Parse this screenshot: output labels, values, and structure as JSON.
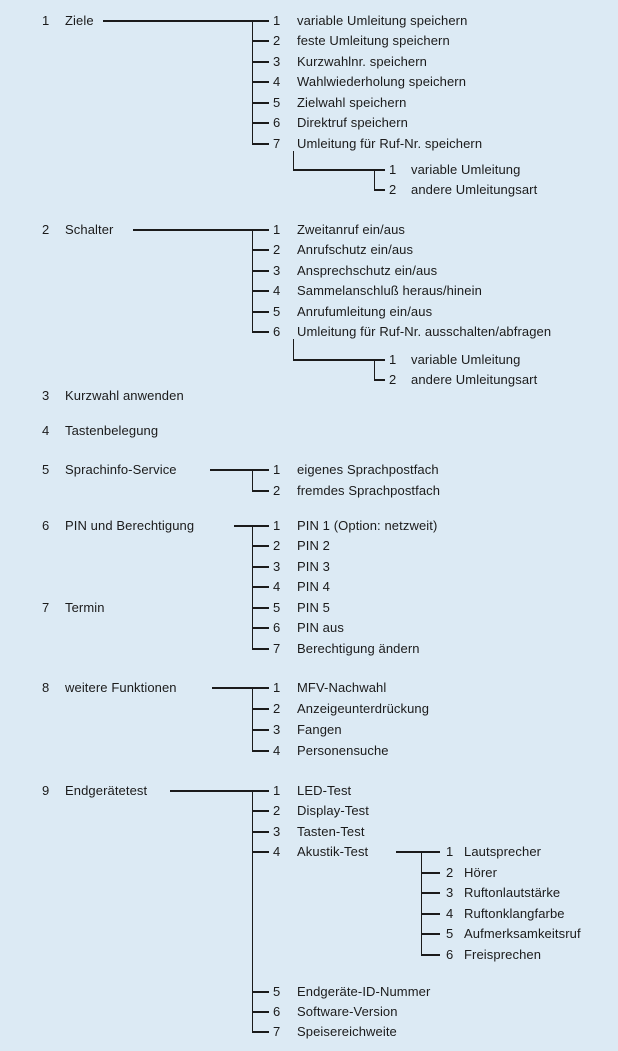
{
  "colors": {
    "background": "#dceaf4",
    "text": "#1b1b1b",
    "line": "#1b1b1b"
  },
  "menu": [
    {
      "num": "1",
      "label": "Ziele",
      "children": [
        {
          "num": "1",
          "label": "variable Umleitung speichern"
        },
        {
          "num": "2",
          "label": "feste Umleitung speichern"
        },
        {
          "num": "3",
          "label": "Kurzwahlnr. speichern"
        },
        {
          "num": "4",
          "label": "Wahlwiederholung speichern"
        },
        {
          "num": "5",
          "label": "Zielwahl speichern"
        },
        {
          "num": "6",
          "label": "Direktruf speichern"
        },
        {
          "num": "7",
          "label": "Umleitung für Ruf-Nr. speichern",
          "children": [
            {
              "num": "1",
              "label": "variable Umleitung"
            },
            {
              "num": "2",
              "label": "andere Umleitungsart"
            }
          ]
        }
      ]
    },
    {
      "num": "2",
      "label": "Schalter",
      "children": [
        {
          "num": "1",
          "label": "Zweitanruf ein/aus"
        },
        {
          "num": "2",
          "label": "Anrufschutz ein/aus"
        },
        {
          "num": "3",
          "label": "Ansprechschutz ein/aus"
        },
        {
          "num": "4",
          "label": "Sammelanschluß heraus/hinein"
        },
        {
          "num": "5",
          "label": "Anrufumleitung ein/aus"
        },
        {
          "num": "6",
          "label": "Umleitung für Ruf-Nr. ausschalten/abfragen",
          "children": [
            {
              "num": "1",
              "label": "variable Umleitung"
            },
            {
              "num": "2",
              "label": "andere Umleitungsart"
            }
          ]
        }
      ]
    },
    {
      "num": "3",
      "label": "Kurzwahl anwenden"
    },
    {
      "num": "4",
      "label": "Tastenbelegung"
    },
    {
      "num": "5",
      "label": "Sprachinfo-Service",
      "children": [
        {
          "num": "1",
          "label": "eigenes Sprachpostfach"
        },
        {
          "num": "2",
          "label": "fremdes Sprachpostfach"
        }
      ]
    },
    {
      "num": "6",
      "label": "PIN und Berechtigung",
      "children": [
        {
          "num": "1",
          "label": "PIN 1 (Option: netzweit)"
        },
        {
          "num": "2",
          "label": "PIN 2"
        },
        {
          "num": "3",
          "label": "PIN 3"
        },
        {
          "num": "4",
          "label": "PIN 4"
        },
        {
          "num": "5",
          "label": "PIN 5"
        },
        {
          "num": "6",
          "label": "PIN aus"
        },
        {
          "num": "7",
          "label": "Berechtigung ändern"
        }
      ]
    },
    {
      "num": "7",
      "label": "Termin"
    },
    {
      "num": "8",
      "label": "weitere Funktionen",
      "children": [
        {
          "num": "1",
          "label": "MFV-Nachwahl"
        },
        {
          "num": "2",
          "label": "Anzeigeunterdrückung"
        },
        {
          "num": "3",
          "label": "Fangen"
        },
        {
          "num": "4",
          "label": "Personensuche"
        }
      ]
    },
    {
      "num": "9",
      "label": "Endgerätetest",
      "children": [
        {
          "num": "1",
          "label": "LED-Test"
        },
        {
          "num": "2",
          "label": "Display-Test"
        },
        {
          "num": "3",
          "label": "Tasten-Test"
        },
        {
          "num": "4",
          "label": "Akustik-Test",
          "children": [
            {
              "num": "1",
              "label": "Lautsprecher"
            },
            {
              "num": "2",
              "label": "Hörer"
            },
            {
              "num": "3",
              "label": "Ruftonlautstärke"
            },
            {
              "num": "4",
              "label": "Ruftonklangfarbe"
            },
            {
              "num": "5",
              "label": "Aufmerksamkeitsruf"
            },
            {
              "num": "6",
              "label": "Freisprechen"
            }
          ]
        },
        {
          "num": "5",
          "label": "Endgeräte-ID-Nummer"
        },
        {
          "num": "6",
          "label": "Software-Version"
        },
        {
          "num": "7",
          "label": "Speisereichweite"
        }
      ]
    }
  ]
}
